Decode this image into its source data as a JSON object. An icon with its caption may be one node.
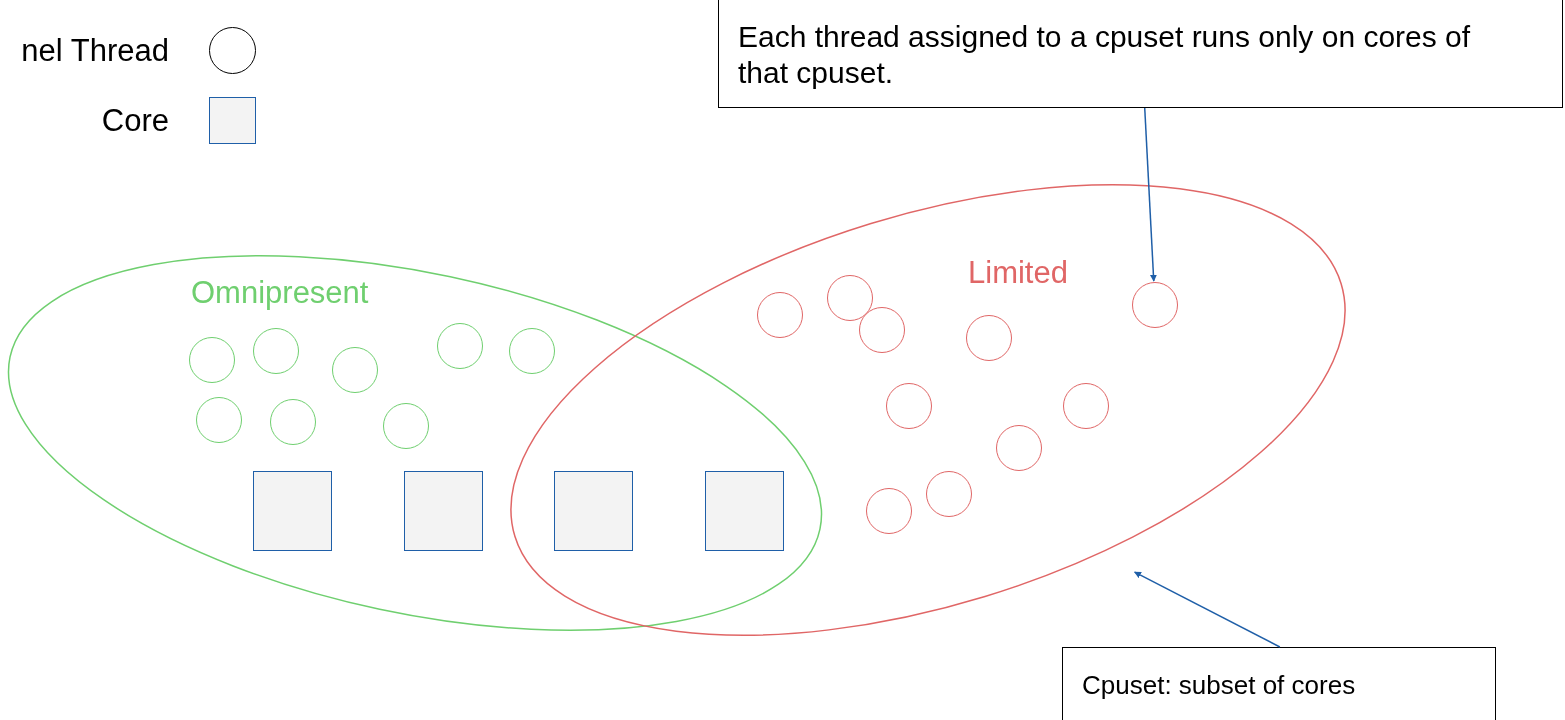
{
  "diagram": {
    "nodes": [
      {
        "text": [
          "Each thread assigned to a cpuset runs only on cores of that cpuset."
        ]
      },
      {
        "text": [
          "Omnipresent"
        ]
      },
      {
        "text": [
          "Limited"
        ]
      },
      {
        "text": [],
        "shape": "circle",
        "in": 1
      },
      {
        "text": [],
        "shape": "circle",
        "in": 1
      },
      {
        "text": [],
        "shape": "circle",
        "in": 1
      },
      {
        "text": [],
        "shape": "circle",
        "in": 1
      },
      {
        "text": [],
        "shape": "circle",
        "in": 1
      },
      {
        "text": [],
        "shape": "circle",
        "in": 1
      },
      {
        "text": [],
        "shape": "circle",
        "in": 1
      },
      {
        "text": [],
        "shape": "circle",
        "in": 1
      },
      {
        "text": [],
        "shape": "circle",
        "in": 2
      },
      {
        "text": [],
        "shape": "circle",
        "in": 2
      },
      {
        "text": [],
        "shape": "circle",
        "in": 2
      },
      {
        "text": [],
        "shape": "circle",
        "in": 2
      },
      {
        "text": [],
        "shape": "circle",
        "in": 2
      },
      {
        "text": [],
        "shape": "circle",
        "in": 2
      },
      {
        "text": [],
        "shape": "circle",
        "in": 2
      },
      {
        "text": [],
        "shape": "circle",
        "in": 2
      },
      {
        "text": [],
        "shape": "circle",
        "in": 2
      },
      {
        "text": [],
        "shape": "circle",
        "in": 2
      },
      {
        "text": [],
        "shape": "box",
        "in": 1
      },
      {
        "text": [],
        "shape": "box",
        "in": 1
      },
      {
        "text": [],
        "shape": "box"
      },
      {
        "text": [],
        "shape": "box"
      },
      {
        "text": [
          "Cpuset: subset of cores"
        ]
      }
    ],
    "edges": [
      {
        "from": 0,
        "to": 15,
        "arrow": "to"
      },
      {
        "from": 25,
        "to": 2,
        "arrow": "to"
      }
    ],
    "legend": [
      {
        "text": "nel Thread"
      },
      {
        "text": "Core"
      }
    ]
  }
}
